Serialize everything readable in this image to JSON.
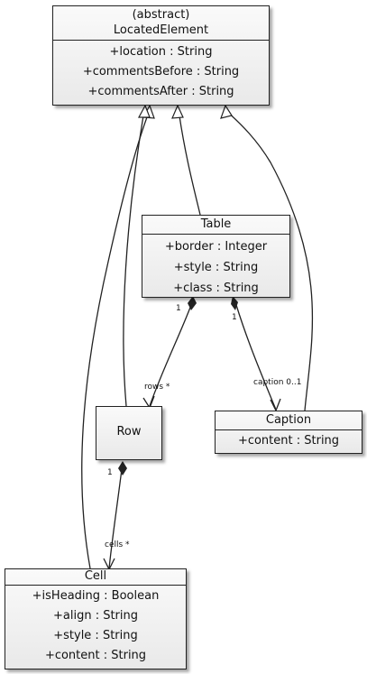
{
  "classes": {
    "located_element": {
      "stereotype": "(abstract)",
      "name": "LocatedElement",
      "attributes": [
        "+location : String",
        "+commentsBefore : String",
        "+commentsAfter : String"
      ]
    },
    "table": {
      "name": "Table",
      "attributes": [
        "+border : Integer",
        "+style : String",
        "+class : String"
      ]
    },
    "row": {
      "name": "Row",
      "attributes": []
    },
    "caption": {
      "name": "Caption",
      "attributes": [
        "+content : String"
      ]
    },
    "cell": {
      "name": "Cell",
      "attributes": [
        "+isHeading : Boolean",
        "+align : String",
        "+style : String",
        "+content : String"
      ]
    }
  },
  "associations": {
    "table_rows": {
      "source_mult": "1",
      "target_label": "rows *"
    },
    "table_caption": {
      "source_mult": "1",
      "target_label": "caption 0..1"
    },
    "row_cells": {
      "source_mult": "1",
      "target_label": "cells *"
    }
  },
  "colors": {
    "line": "#222222",
    "box_top": "#fafafa",
    "box_bottom": "#e9e9e9"
  }
}
